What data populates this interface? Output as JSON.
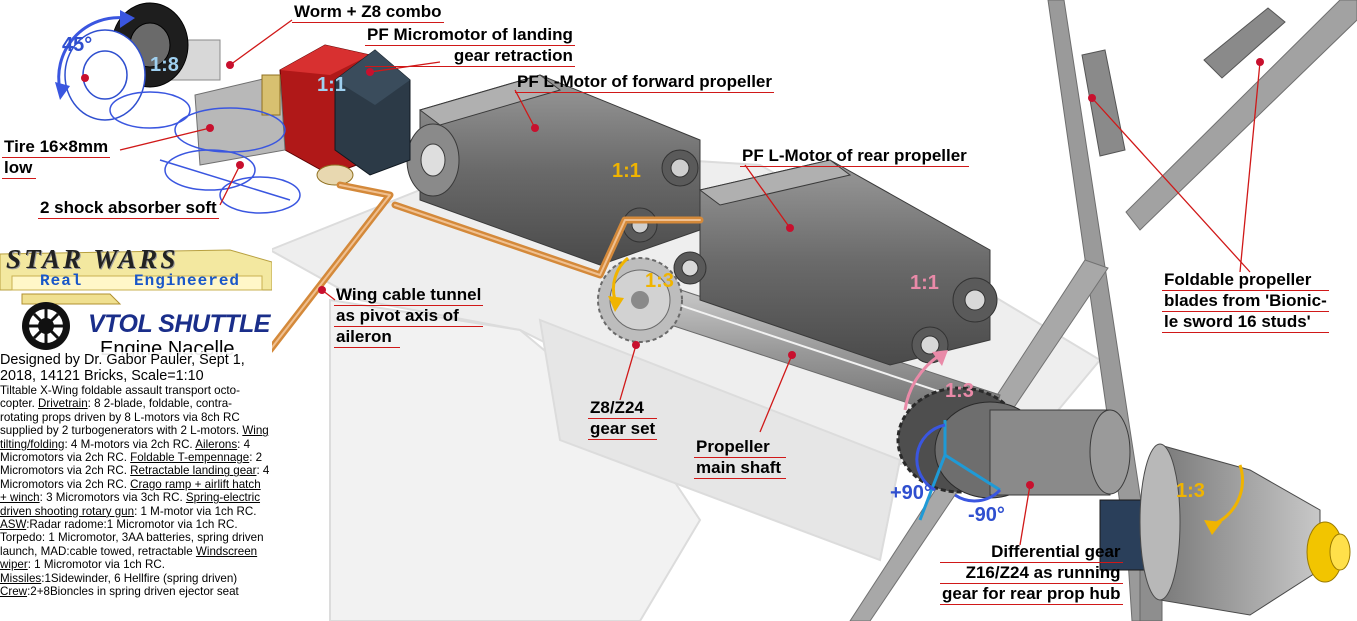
{
  "labels": {
    "worm": "Worm + Z8 combo",
    "pf_micro_1": "PF Micromotor of landing",
    "pf_micro_2": "gear retraction",
    "fwd_motor": "PF L-Motor of forward propeller",
    "rear_motor": "PF L-Motor of rear propeller",
    "tire_1": "Tire 16×8mm",
    "tire_2": "low",
    "shock": "2 shock absorber soft",
    "cable_1": "Wing cable tunnel",
    "cable_2": "as pivot axis of",
    "cable_3": "aileron",
    "z8_1": "Z8/Z24",
    "z8_2": "gear set",
    "shaft_1": "Propeller",
    "shaft_2": "main shaft",
    "diff_1": "Differential gear",
    "diff_2": "Z16/Z24 as running",
    "diff_3": "gear for rear prop hub",
    "blades_1": "Foldable propeller",
    "blades_2": "blades from 'Bionic-",
    "blades_3": "le sword 16 studs'"
  },
  "ratios": {
    "angle_45": "45°",
    "landing_18": "1:8",
    "micro_11": "1:1",
    "fwd_11": "1:1",
    "rear_11": "1:1",
    "z8_13": "1:3",
    "diff_13": "1:3",
    "cone_13": "1:3",
    "plus90": "+90°",
    "minus90": "-90°"
  },
  "logo": {
    "star_wars": "STAR WARS",
    "real": "Real",
    "engineered": "Engineered",
    "vtol": "VTOL SHUTTLE",
    "subtitle": "Engine Nacelle"
  },
  "description": {
    "designer": "Designed by Dr. Gabor Pauler, Sept 1, 2018, 14121 Bricks, Scale=1:10",
    "intro": "Tiltable X-Wing foldable assault transport octo-copter.",
    "items": [
      {
        "h": "Drivetrain",
        "t": ": 8 2-blade, foldable, contra-rotating props driven by 8 L-motors via 8ch RC supplied by 2 turbogenerators with 2 L-motors."
      },
      {
        "h": "Wing tilting/folding",
        "t": ": 4 M-motors via 2ch RC."
      },
      {
        "h": "Ailerons",
        "t": ": 4 Micromotors via 2ch RC."
      },
      {
        "h": "Foldable T-empennage",
        "t": ": 2 Micromotors via 2ch RC."
      },
      {
        "h": "Retractable landing gear",
        "t": ": 4 Micromotors via 2ch RC."
      },
      {
        "h": "Crago ramp + airlift hatch + winch",
        "t": ": 3 Micromotors via 3ch RC."
      },
      {
        "h": "Spring-electric driven shooting rotary gun",
        "t": ": 1 M-motor via 1ch RC."
      },
      {
        "h": "ASW",
        "t": ":Radar radome:1 Micromotor via 1ch RC. Torpedo: 1 Micromotor, 3AA batteries, spring driven launch, MAD:cable towed, retractable"
      },
      {
        "h": "Windscreen wiper",
        "t": ": 1 Micromotor via 1ch RC."
      },
      {
        "h": "Missiles",
        "t": ":1Sidewinder, 6 Hellfire (spring driven)"
      },
      {
        "h": "Crew",
        "t": ":2+8Bioncles in spring driven ejector seat"
      }
    ]
  },
  "colors": {
    "label_line": "#d01818",
    "pointer_dot": "#c8102e",
    "cable": "#d4893a",
    "motor_grey": "#6e6e6e",
    "ratio_yellow": "#f0b400",
    "ratio_pink": "#e98aa8",
    "ratio_blue": "#2f4fcf",
    "ratio_lightblue": "#9fd0f0",
    "gear_red": "#b01818",
    "cone_yellow": "#f2c500"
  }
}
